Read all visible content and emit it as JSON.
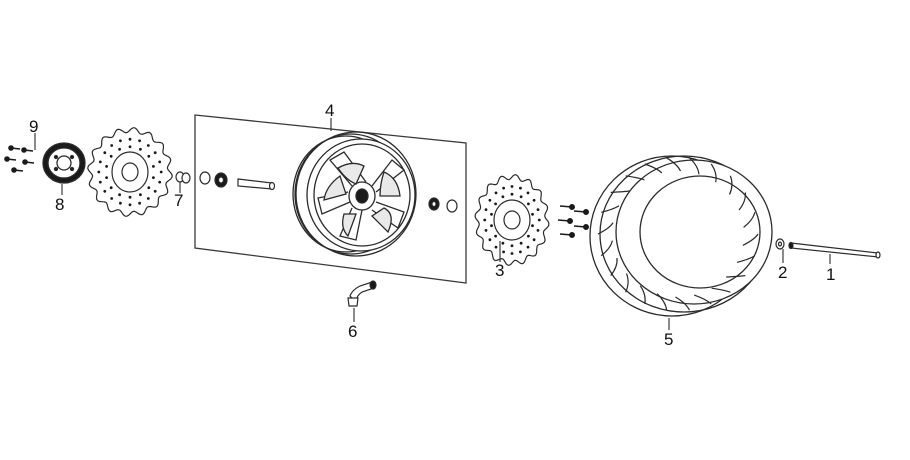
{
  "diagram": {
    "labels": {
      "p1": "1",
      "p2": "2",
      "p3": "3",
      "p4": "4",
      "p5": "5",
      "p6": "6",
      "p7": "7",
      "p8": "8",
      "p9": "9"
    },
    "colors": {
      "line": "#2b2b2b",
      "panel_stroke": "#3a3a3a",
      "fill": "#ffffff",
      "dark": "#1a1a1a"
    }
  }
}
